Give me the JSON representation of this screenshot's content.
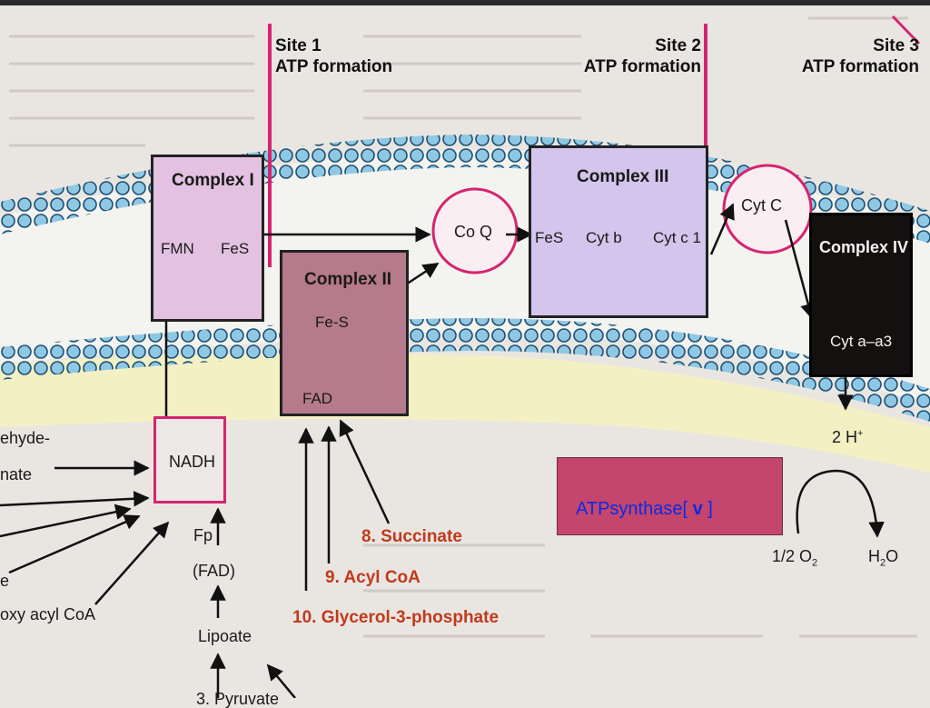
{
  "sites": {
    "site1": {
      "line1": "Site 1",
      "line2": "ATP formation"
    },
    "site2": {
      "line1": "Site 2",
      "line2": "ATP formation"
    },
    "site3": {
      "line1": "Site 3",
      "line2": "ATP formation"
    }
  },
  "complexes": {
    "c1": {
      "title": "Complex I",
      "a": "FMN",
      "b": "FeS"
    },
    "c2": {
      "title": "Complex II",
      "top": "Fe-S",
      "bottom": "FAD"
    },
    "c3": {
      "title": "Complex III",
      "a": "FeS",
      "b": "Cyt b",
      "c": "Cyt c 1"
    },
    "c4": {
      "title": "Complex IV",
      "inner": "Cyt a–a3"
    }
  },
  "carriers": {
    "coq": "Co Q",
    "cytc": "Cyt C"
  },
  "nadh": "NADH",
  "fad_chain": {
    "fp": "Fp",
    "fad": "(FAD)",
    "lipoate": "Lipoate",
    "bottom": "3. Pyruvate"
  },
  "substrates": {
    "succinate": "8. Succinate",
    "acyl": "9. Acyl CoA",
    "glycerol": "10. Glycerol-3-phosphate"
  },
  "left_inputs": {
    "l1": "ehyde-",
    "l2": "nate",
    "l3": "e",
    "l4": "oxy acyl CoA"
  },
  "products": {
    "h": "2 H",
    "h_sup": "+",
    "o2": "1/2 O",
    "o2_sub": "2",
    "h2o": "H",
    "h2o_sub": "2",
    "h2o_o": "O"
  },
  "atp_box": {
    "prefix": "ATPsynthase[",
    "roman": "v",
    "suffix": " ]"
  },
  "colors": {
    "pink_line": "#d6246f",
    "complex1": "#e3c2e1",
    "complex2": "#b57a8c",
    "complex3": "#d3c5ec",
    "complex4": "#141010",
    "atp_box": "#c4456e",
    "atp_text": "#0a2be0",
    "substrate_text": "#c2391b"
  }
}
